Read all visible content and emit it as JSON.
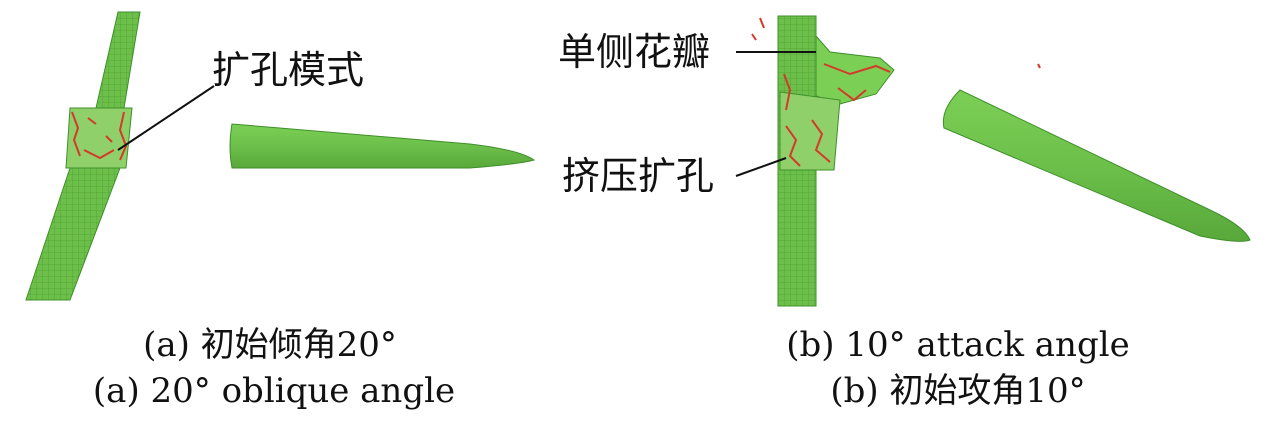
{
  "panel_a": {
    "annotation": "扩孔模式",
    "caption_line1": "(a) 初始倾角20°",
    "caption_line2": "(a) 20° oblique angle"
  },
  "panel_b": {
    "annotation_top": "单侧花瓣",
    "annotation_bottom": "挤压扩孔",
    "caption_line1": "(b) 10° attack angle",
    "caption_line2": "(b) 初始攻角10°"
  },
  "colors": {
    "mesh_green": "#6cc04a",
    "mesh_dark": "#3f8f2a",
    "damage_red": "#d43a2a"
  }
}
